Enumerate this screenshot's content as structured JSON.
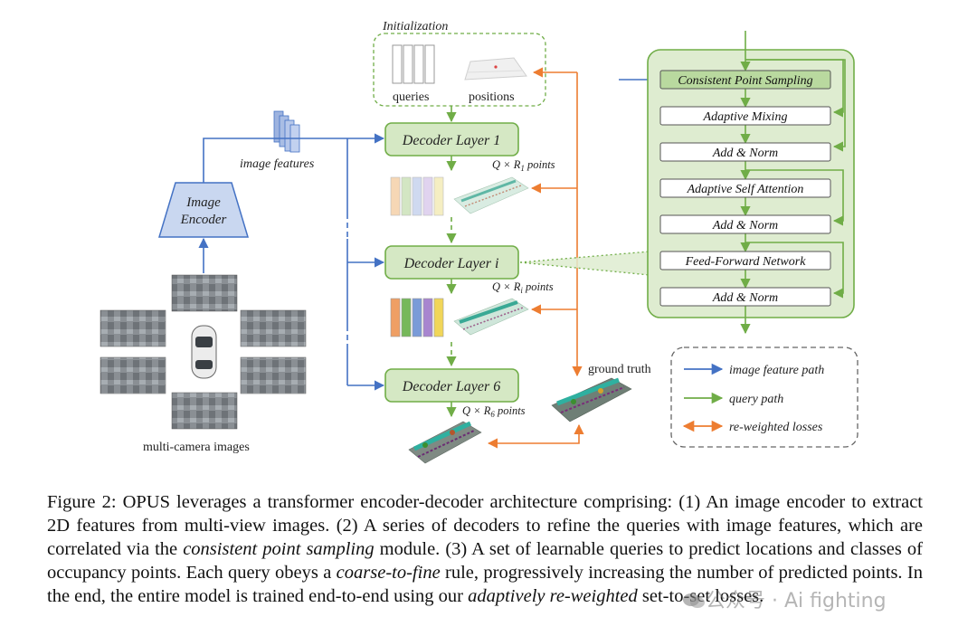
{
  "diagram": {
    "initialization": {
      "title": "Initialization",
      "queries_label": "queries",
      "positions_label": "positions"
    },
    "image_encoder": {
      "line1": "Image",
      "line2": "Encoder"
    },
    "image_features_label": "image features",
    "multi_camera_label": "multi-camera images",
    "decoders": [
      {
        "label": "Decoder Layer 1",
        "points_label": "Q × R",
        "points_sub": "1",
        "points_suffix": " points"
      },
      {
        "label": "Decoder Layer i",
        "points_label": "Q × R",
        "points_sub": "i",
        "points_suffix": " points"
      },
      {
        "label": "Decoder Layer 6",
        "points_label": "Q × R",
        "points_sub": "6",
        "points_suffix": " points"
      }
    ],
    "ground_truth_label": "ground truth",
    "detail_blocks": [
      "Consistent Point Sampling",
      "Adaptive Mixing",
      "Add & Norm",
      "Adaptive Self Attention",
      "Add & Norm",
      "Feed-Forward Network",
      "Add & Norm"
    ],
    "legend": [
      {
        "label": "image feature path",
        "color": "#4472c4"
      },
      {
        "label": "query path",
        "color": "#70ad47"
      },
      {
        "label": "re-weighted losses",
        "color": "#ed7d31"
      }
    ],
    "colors": {
      "blue": "#4472c4",
      "green": "#70ad47",
      "orange": "#ed7d31",
      "decoder_fill": "#d5e8c4",
      "panel_fill": "#deecd0",
      "encoder_fill": "#c9d7f0"
    }
  },
  "caption": {
    "fig": "Figure 2: OPUS leverages a transformer encoder-decoder architecture comprising: (1) An image encoder to extract 2D features from multi-view images. (2) A series of decoders to refine the queries with image features, which are correlated via the ",
    "em1": "consistent point sampling",
    "mid1": " module. (3) A set of learnable queries to predict locations and classes of occupancy points. Each query obeys a ",
    "em2": "coarse-to-fine",
    "mid2": " rule, progressively increasing the number of predicted points. In the end, the entire model is trained end-to-end using our ",
    "em3": "adaptively re-weighted",
    "end": " set-to-set losses."
  },
  "watermark": "公众号 · Ai fighting"
}
